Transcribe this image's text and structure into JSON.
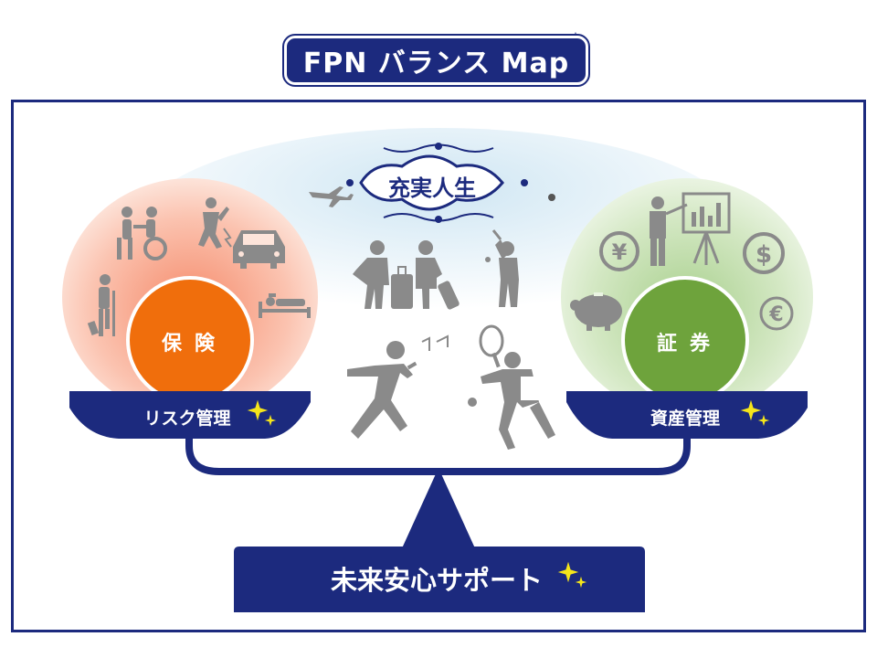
{
  "title": "FPN バランス Map",
  "center_badge": "充実人生",
  "insurance": {
    "circle_label": "保険",
    "bar_label": "リスク管理"
  },
  "securities": {
    "circle_label": "証券",
    "bar_label": "資産管理"
  },
  "support_label": "未来安心サポート",
  "colors": {
    "navy": "#1c2a7e",
    "insurance_orange": "#f06e0c",
    "securities_green": "#6ea33c",
    "pictogram_gray": "#8a8a8a",
    "sparkle_yellow": "#f5e51a"
  }
}
